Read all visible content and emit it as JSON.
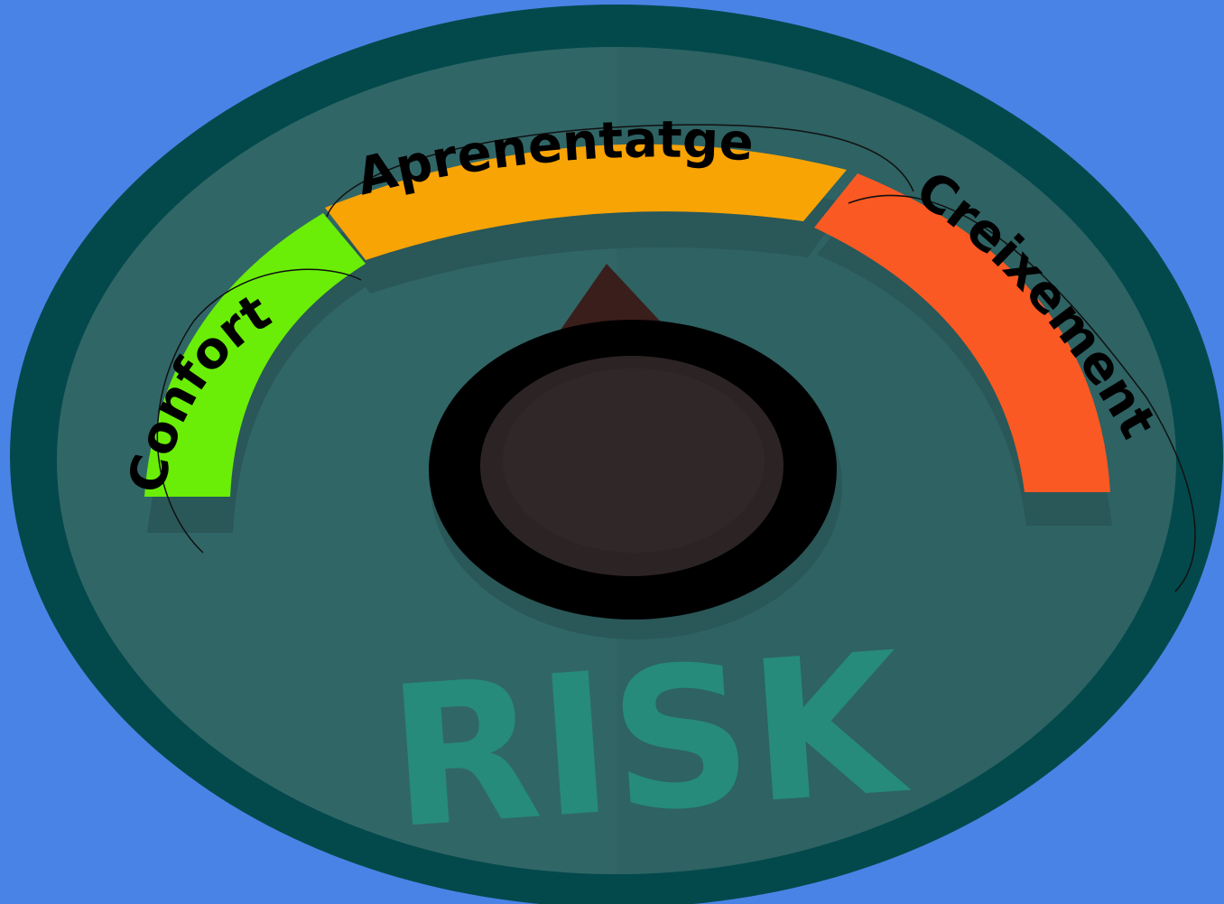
{
  "zones": {
    "comfort": {
      "label": "Confort",
      "color": "#6aee07"
    },
    "learning": {
      "label": "Aprenentatge",
      "color": "#f8a405"
    },
    "growth": {
      "label": "Creixement",
      "color": "#fb5923"
    }
  },
  "dial": {
    "text": "RISK",
    "text_color": "#268b7a",
    "face_color": "#316667",
    "rim_color": "#03494c",
    "knob_color": "#2c2424",
    "pointer_color": "#3a1e1c",
    "background_color": "#4a83e6"
  }
}
